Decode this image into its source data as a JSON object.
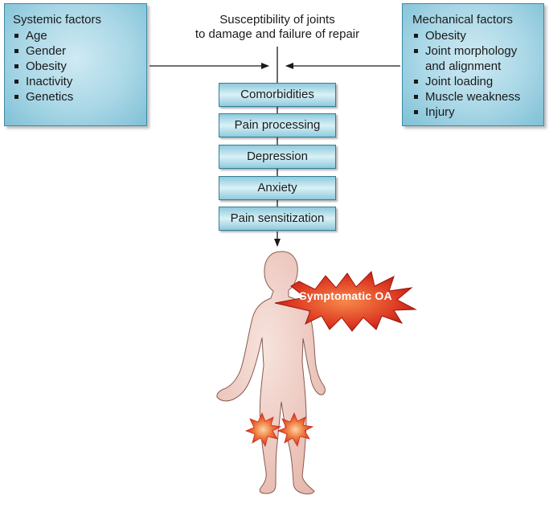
{
  "systemic": {
    "title": "Systemic factors",
    "items": [
      "Age",
      "Gender",
      "Obesity",
      "Inactivity",
      "Genetics"
    ]
  },
  "mechanical": {
    "title": "Mechanical factors",
    "items": [
      "Obesity",
      "Joint morphology and alignment",
      "Joint loading",
      "Muscle weakness",
      "Injury"
    ]
  },
  "susceptibility": {
    "line1": "Susceptibility of joints",
    "line2": "to damage and failure of repair"
  },
  "stack": [
    "Comorbidities",
    "Pain processing",
    "Depression",
    "Anxiety",
    "Pain sensitization"
  ],
  "outcome": "Symptomatic OA",
  "colors": {
    "box_fill": "#a9d7e6",
    "box_border": "#3d8aa5",
    "burst_red": "#d8321f",
    "body_skin": "#f1d3cb"
  }
}
